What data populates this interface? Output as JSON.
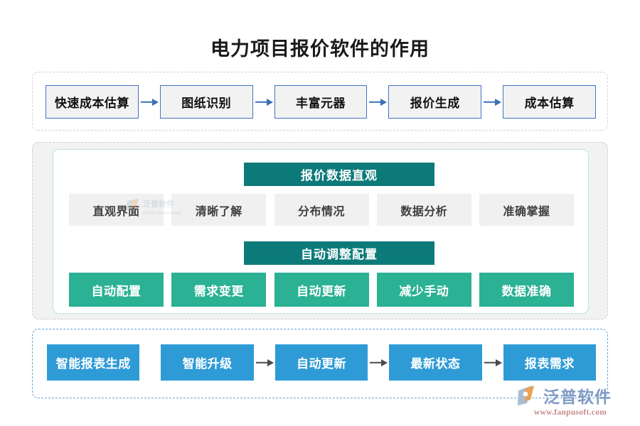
{
  "title": "电力项目报价软件的作用",
  "colors": {
    "title_text": "#1a1a1a",
    "row1_box_border": "#4472c4",
    "row1_box_fill": "#f2f2f2",
    "row1_arrow": "#3a6fb5",
    "section_header_bg": "#0d7a7a",
    "chip_gray_bg": "#f0f0f0",
    "chip_green_bg": "#2bb193",
    "row3_box_bg": "#2e9bd6",
    "row3_arrow": "#4a4a4a",
    "mid_band_bg": "#f2f2f2",
    "mid_inner_border": "#bfe3dc",
    "row3_band_border": "#63a6de",
    "row1_band_border": "#d2d2d2",
    "page_bg": "#ffffff"
  },
  "row1": {
    "boxes": [
      {
        "label": "快速成本估算"
      },
      {
        "label": "图纸识别"
      },
      {
        "label": "丰富元器"
      },
      {
        "label": "报价生成"
      },
      {
        "label": "成本估算"
      }
    ],
    "arrow_icon": "arrow-right-icon",
    "arrow_count": 4
  },
  "mid": {
    "group1": {
      "header": "报价数据直观",
      "chips": [
        {
          "label": "直观界面"
        },
        {
          "label": "清晰了解"
        },
        {
          "label": "分布情况"
        },
        {
          "label": "数据分析"
        },
        {
          "label": "准确掌握"
        }
      ]
    },
    "group2": {
      "header": "自动调整配置",
      "chips": [
        {
          "label": "自动配置"
        },
        {
          "label": "需求变更"
        },
        {
          "label": "自动更新"
        },
        {
          "label": "减少手动"
        },
        {
          "label": "数据准确"
        }
      ]
    }
  },
  "row3": {
    "boxes": [
      {
        "label": "智能报表生成",
        "arrow_before": false
      },
      {
        "label": "智能升级",
        "arrow_before": false
      },
      {
        "label": "自动更新",
        "arrow_before": true
      },
      {
        "label": "最新状态",
        "arrow_before": true
      },
      {
        "label": "报表需求",
        "arrow_before": true
      }
    ],
    "arrow_icon": "arrow-right-icon"
  },
  "watermark": {
    "brand": "泛普软件",
    "url": "www.fanpusoft.com",
    "logo_icon": "fanpu-logo-icon"
  }
}
